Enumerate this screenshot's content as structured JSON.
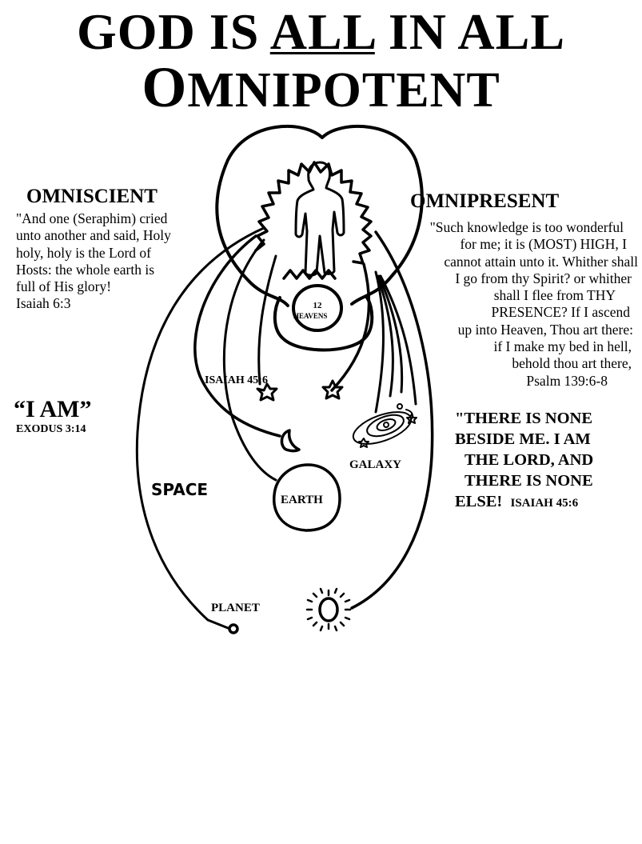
{
  "title": {
    "line1_prefix": "GOD IS ",
    "line1_underlined": "ALL",
    "line1_suffix": " IN ALL",
    "line2_first": "O",
    "line2_rest": "MNIPOTENT"
  },
  "omniscient": {
    "heading": "OMNISCIENT",
    "lines": [
      "\"And one (Seraphim) cried",
      "unto another and said, Holy",
      "holy, holy is the Lord of",
      "Hosts: the whole earth is",
      "full of His glory!",
      "Isaiah 6:3"
    ]
  },
  "omnipresent": {
    "heading": "OMNIPRESENT",
    "lines": [
      "\"Such knowledge is too wonderful",
      "for me; it is (MOST) HIGH, I",
      "cannot attain unto it.  Whither shall",
      "I go from thy Spirit? or whither",
      "shall I flee from THY",
      "PRESENCE?  If  I ascend",
      "up into Heaven, Thou art there:",
      "if  I make my bed in hell,",
      "behold  thou art there,",
      "Psalm 139:6-8"
    ]
  },
  "i_am": {
    "text": "“I AM”",
    "reference": "EXODUS 3:14"
  },
  "none_beside": {
    "lines": [
      "\"THERE IS NONE",
      "BESIDE ME. I AM",
      "THE LORD, AND",
      "THERE IS NONE",
      "ELSE!"
    ],
    "reference": "ISAIAH 45:6"
  },
  "diagram_labels": {
    "heavens_number": "12",
    "heavens_word": "HEAVENS",
    "isaiah": "ISAIAH 45:6",
    "galaxy": "GALAXY",
    "space": "SPACE",
    "earth": "EARTH",
    "planet": "PLANET"
  },
  "icons": [
    "god-figure-icon",
    "radiance-icon",
    "star-icon",
    "moon-icon",
    "galaxy-icon",
    "earth-icon",
    "planet-icon",
    "sun-icon"
  ]
}
